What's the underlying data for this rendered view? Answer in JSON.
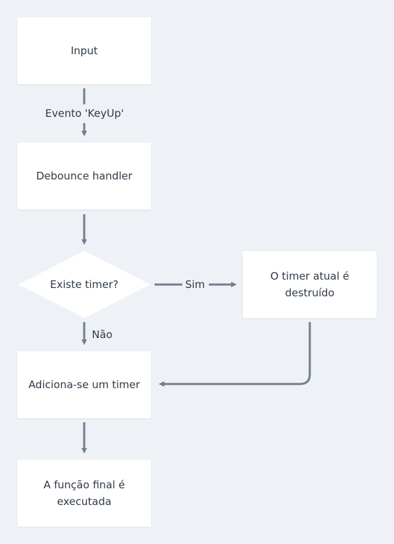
{
  "colors": {
    "background": "#eef2f6",
    "node_fill": "#ffffff",
    "edge": "#737f8f",
    "text": "#2f3a48"
  },
  "nodes": {
    "input": "Input",
    "debounce": "Debounce handler",
    "decision": "Existe timer?",
    "destroy": "O timer atual é destruído",
    "add_timer": "Adiciona-se um timer",
    "final": "A função final é executada"
  },
  "edges": {
    "keyup": "Evento 'KeyUp'",
    "yes": "Sim",
    "no": "Não"
  }
}
